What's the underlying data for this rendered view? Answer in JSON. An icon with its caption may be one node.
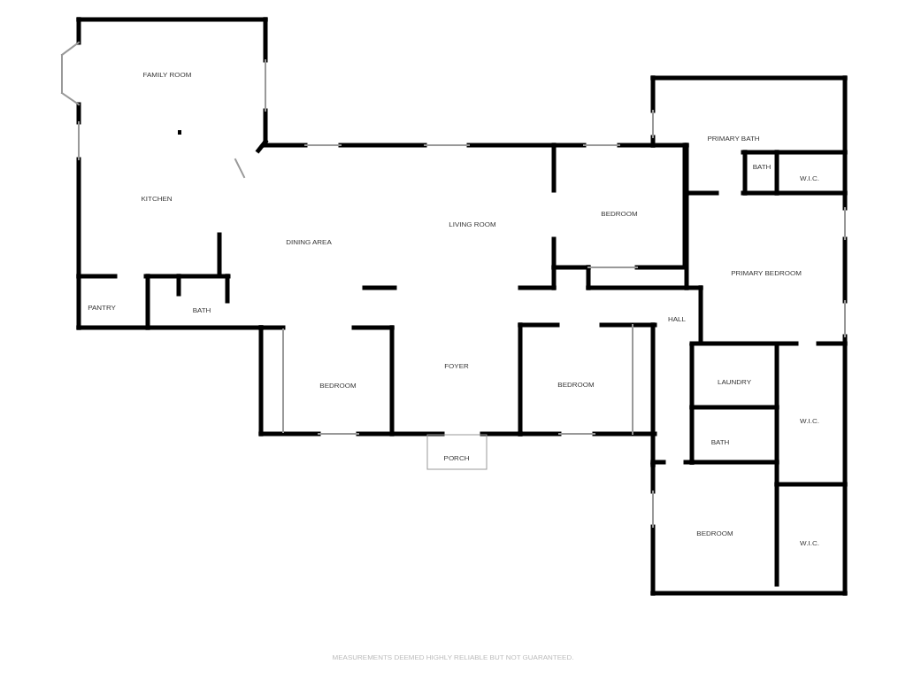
{
  "diagram": {
    "labels": [
      "FAMILY ROOM",
      "PRIMARY BATH",
      "BATH",
      "W.I.C.",
      "KITCHEN",
      "BEDROOM",
      "LIVING ROOM",
      "DINING AREA",
      "PRIMARY BEDROOM",
      "PANTRY",
      "BATH",
      "HALL",
      "FOYER",
      "LAUNDRY",
      "BEDROOM",
      "BEDROOM",
      "W.I.C.",
      "BATH",
      "PORCH",
      "BEDROOM",
      "W.I.C.",
      "MEASUREMENTS DEEMED HIGHLY RELIABLE BUT NOT GUARANTEED."
    ]
  }
}
